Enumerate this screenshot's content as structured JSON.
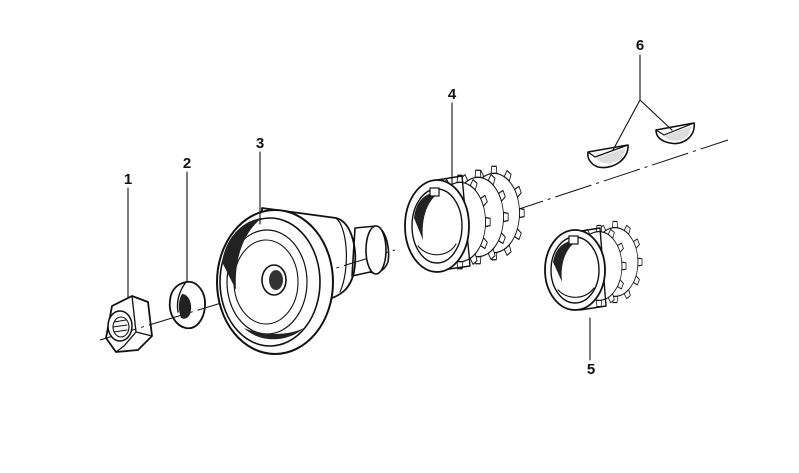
{
  "parts": [
    {
      "number": "1"
    },
    {
      "number": "2"
    },
    {
      "number": "3"
    },
    {
      "number": "4"
    },
    {
      "number": "5"
    },
    {
      "number": "6"
    }
  ]
}
